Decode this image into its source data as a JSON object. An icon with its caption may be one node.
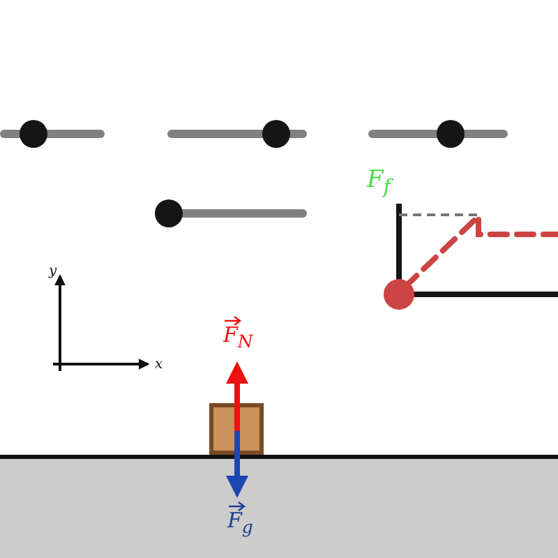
{
  "diagram": {
    "labels": [
      "F$_{f}$",
      "y",
      "x",
      "F$_{N}$",
      "F$_{g}$"
    ]
  }
}
